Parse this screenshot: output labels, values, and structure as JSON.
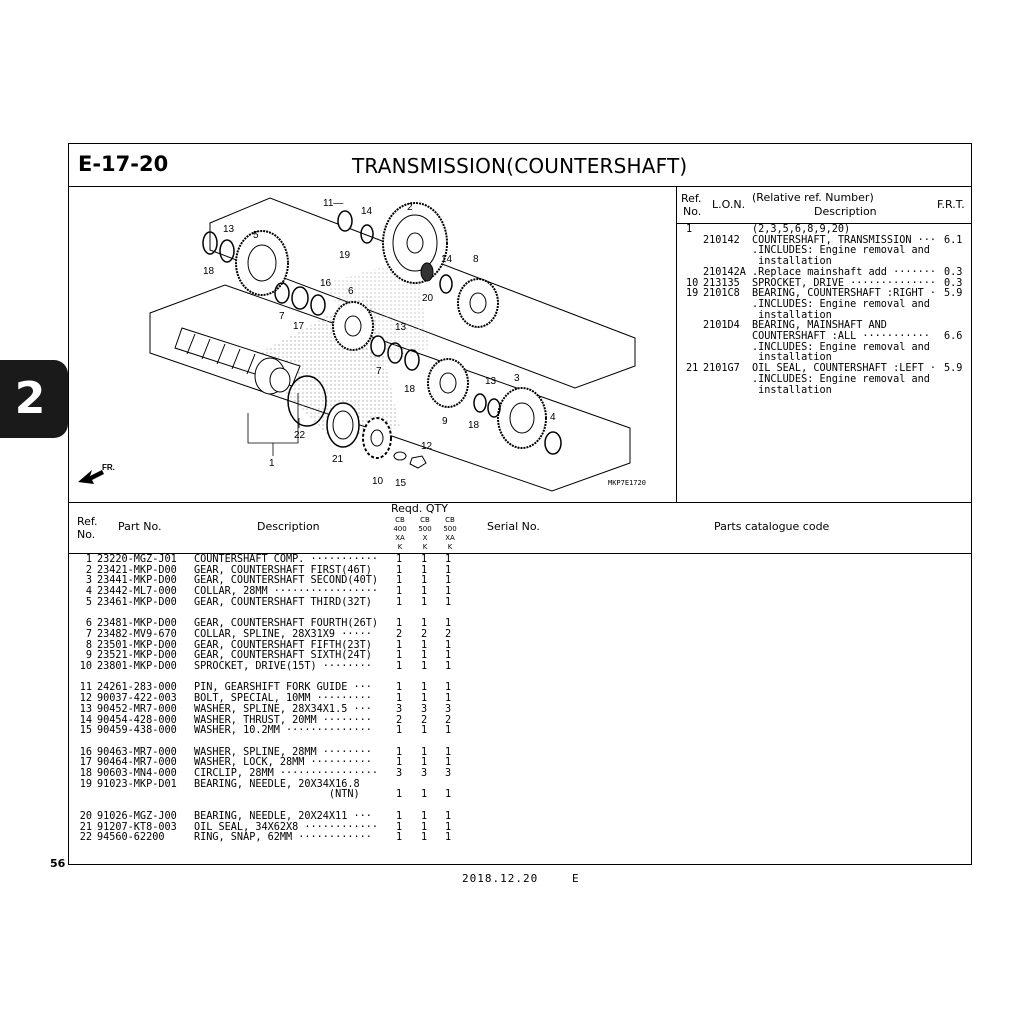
{
  "header": {
    "code": "E-17-20",
    "title": "TRANSMISSION(COUNTERSHAFT)"
  },
  "section_tab": "2",
  "page_number": "56",
  "footer": {
    "date": "2018.12.20",
    "code": "E"
  },
  "diagram": {
    "code": "MKP7E1720",
    "direction_label": "FR.",
    "callouts": [
      "1",
      "2",
      "3",
      "4",
      "5",
      "6",
      "7",
      "7",
      "8",
      "9",
      "10",
      "11",
      "12",
      "13",
      "13",
      "13",
      "14",
      "14",
      "15",
      "16",
      "17",
      "18",
      "18",
      "18",
      "19",
      "20",
      "21",
      "22"
    ]
  },
  "ref_table": {
    "headers": {
      "ref": "Ref.",
      "no": "No.",
      "lon": "L.O.N.",
      "rel": "(Relative ref. Number)",
      "desc": "Description",
      "frt": "F.R.T."
    },
    "rows": [
      {
        "ref": "1",
        "lon": "",
        "desc": "(2,3,5,6,8,9,20)",
        "frt": ""
      },
      {
        "ref": "",
        "lon": "210142",
        "desc": "COUNTERSHAFT, TRANSMISSION ···",
        "frt": "6.1"
      },
      {
        "ref": "",
        "lon": "",
        "desc": ".INCLUDES: Engine removal and",
        "frt": ""
      },
      {
        "ref": "",
        "lon": "",
        "desc": " installation",
        "frt": ""
      },
      {
        "ref": "",
        "lon": "210142A",
        "desc": ".Replace mainshaft add ·······",
        "frt": "0.3"
      },
      {
        "ref": "10",
        "lon": "213135",
        "desc": "SPROCKET, DRIVE ··············",
        "frt": "0.3"
      },
      {
        "ref": "19",
        "lon": "2101C8",
        "desc": "BEARING, COUNTERSHAFT :RIGHT ·",
        "frt": "5.9"
      },
      {
        "ref": "",
        "lon": "",
        "desc": ".INCLUDES: Engine removal and",
        "frt": ""
      },
      {
        "ref": "",
        "lon": "",
        "desc": " installation",
        "frt": ""
      },
      {
        "ref": "",
        "lon": "2101D4",
        "desc": "BEARING, MAINSHAFT AND",
        "frt": ""
      },
      {
        "ref": "",
        "lon": "",
        "desc": "COUNTERSHAFT :ALL ···········",
        "frt": "6.6"
      },
      {
        "ref": "",
        "lon": "",
        "desc": ".INCLUDES: Engine removal and",
        "frt": ""
      },
      {
        "ref": "",
        "lon": "",
        "desc": " installation",
        "frt": ""
      },
      {
        "ref": "21",
        "lon": "2101G7",
        "desc": "OIL SEAL, COUNTERSHAFT :LEFT ·",
        "frt": "5.9"
      },
      {
        "ref": "",
        "lon": "",
        "desc": ".INCLUDES: Engine removal and",
        "frt": ""
      },
      {
        "ref": "",
        "lon": "",
        "desc": " installation",
        "frt": ""
      }
    ]
  },
  "parts_table": {
    "headers": {
      "ref": "Ref.",
      "no": "No.",
      "part_no": "Part No.",
      "description": "Description",
      "reqd_qty": "Reqd. QTY",
      "models": [
        {
          "line1": "CB",
          "line2": "400",
          "line3": "XA",
          "line4": "K"
        },
        {
          "line1": "CB",
          "line2": "500",
          "line3": "X",
          "line4": "K"
        },
        {
          "line1": "CB",
          "line2": "500",
          "line3": "XA",
          "line4": "K"
        }
      ],
      "serial_no": "Serial No.",
      "catalogue_code": "Parts catalogue code"
    },
    "rows": [
      {
        "ref": "1",
        "part": "23220-MGZ-J01",
        "desc": "COUNTERSHAFT COMP. ···········",
        "q1": "1",
        "q2": "1",
        "q3": "1"
      },
      {
        "ref": "2",
        "part": "23421-MKP-D00",
        "desc": "GEAR, COUNTERSHAFT FIRST(46T)",
        "q1": "1",
        "q2": "1",
        "q3": "1"
      },
      {
        "ref": "3",
        "part": "23441-MKP-D00",
        "desc": "GEAR, COUNTERSHAFT SECOND(40T)",
        "q1": "1",
        "q2": "1",
        "q3": "1"
      },
      {
        "ref": "4",
        "part": "23442-ML7-000",
        "desc": "COLLAR, 28MM ·················",
        "q1": "1",
        "q2": "1",
        "q3": "1"
      },
      {
        "ref": "5",
        "part": "23461-MKP-D00",
        "desc": "GEAR, COUNTERSHAFT THIRD(32T)",
        "q1": "1",
        "q2": "1",
        "q3": "1"
      },
      {
        "ref": "6",
        "part": "23481-MKP-D00",
        "desc": "GEAR, COUNTERSHAFT FOURTH(26T)",
        "q1": "1",
        "q2": "1",
        "q3": "1"
      },
      {
        "ref": "7",
        "part": "23482-MV9-670",
        "desc": "COLLAR, SPLINE, 28X31X9 ·····",
        "q1": "2",
        "q2": "2",
        "q3": "2"
      },
      {
        "ref": "8",
        "part": "23501-MKP-D00",
        "desc": "GEAR, COUNTERSHAFT FIFTH(23T)",
        "q1": "1",
        "q2": "1",
        "q3": "1"
      },
      {
        "ref": "9",
        "part": "23521-MKP-D00",
        "desc": "GEAR, COUNTERSHAFT SIXTH(24T)",
        "q1": "1",
        "q2": "1",
        "q3": "1"
      },
      {
        "ref": "10",
        "part": "23801-MKP-D00",
        "desc": "SPROCKET, DRIVE(15T) ········",
        "q1": "1",
        "q2": "1",
        "q3": "1"
      },
      {
        "ref": "11",
        "part": "24261-283-000",
        "desc": "PIN, GEARSHIFT FORK GUIDE ···",
        "q1": "1",
        "q2": "1",
        "q3": "1"
      },
      {
        "ref": "12",
        "part": "90037-422-003",
        "desc": "BOLT, SPECIAL, 10MM ·········",
        "q1": "1",
        "q2": "1",
        "q3": "1"
      },
      {
        "ref": "13",
        "part": "90452-MR7-000",
        "desc": "WASHER, SPLINE, 28X34X1.5 ···",
        "q1": "3",
        "q2": "3",
        "q3": "3"
      },
      {
        "ref": "14",
        "part": "90454-428-000",
        "desc": "WASHER, THRUST, 20MM ········",
        "q1": "2",
        "q2": "2",
        "q3": "2"
      },
      {
        "ref": "15",
        "part": "90459-438-000",
        "desc": "WASHER, 10.2MM ··············",
        "q1": "1",
        "q2": "1",
        "q3": "1"
      },
      {
        "ref": "16",
        "part": "90463-MR7-000",
        "desc": "WASHER, SPLINE, 28MM ········",
        "q1": "1",
        "q2": "1",
        "q3": "1"
      },
      {
        "ref": "17",
        "part": "90464-MR7-000",
        "desc": "WASHER, LOCK, 28MM ··········",
        "q1": "1",
        "q2": "1",
        "q3": "1"
      },
      {
        "ref": "18",
        "part": "90603-MN4-000",
        "desc": "CIRCLIP, 28MM ················",
        "q1": "3",
        "q2": "3",
        "q3": "3"
      },
      {
        "ref": "19",
        "part": "91023-MKP-D01",
        "desc": "BEARING, NEEDLE, 20X34X16.8",
        "q1": "",
        "q2": "",
        "q3": ""
      },
      {
        "ref": "",
        "part": "",
        "desc": "                      (NTN)",
        "q1": "1",
        "q2": "1",
        "q3": "1"
      },
      {
        "ref": "20",
        "part": "91026-MGZ-J00",
        "desc": "BEARING, NEEDLE, 20X24X11 ···",
        "q1": "1",
        "q2": "1",
        "q3": "1"
      },
      {
        "ref": "21",
        "part": "91207-KT8-003",
        "desc": "OIL SEAL, 34X62X8 ············",
        "q1": "1",
        "q2": "1",
        "q3": "1"
      },
      {
        "ref": "22",
        "part": "94560-62200",
        "desc": "RING, SNAP, 62MM ············",
        "q1": "1",
        "q2": "1",
        "q3": "1"
      }
    ]
  }
}
